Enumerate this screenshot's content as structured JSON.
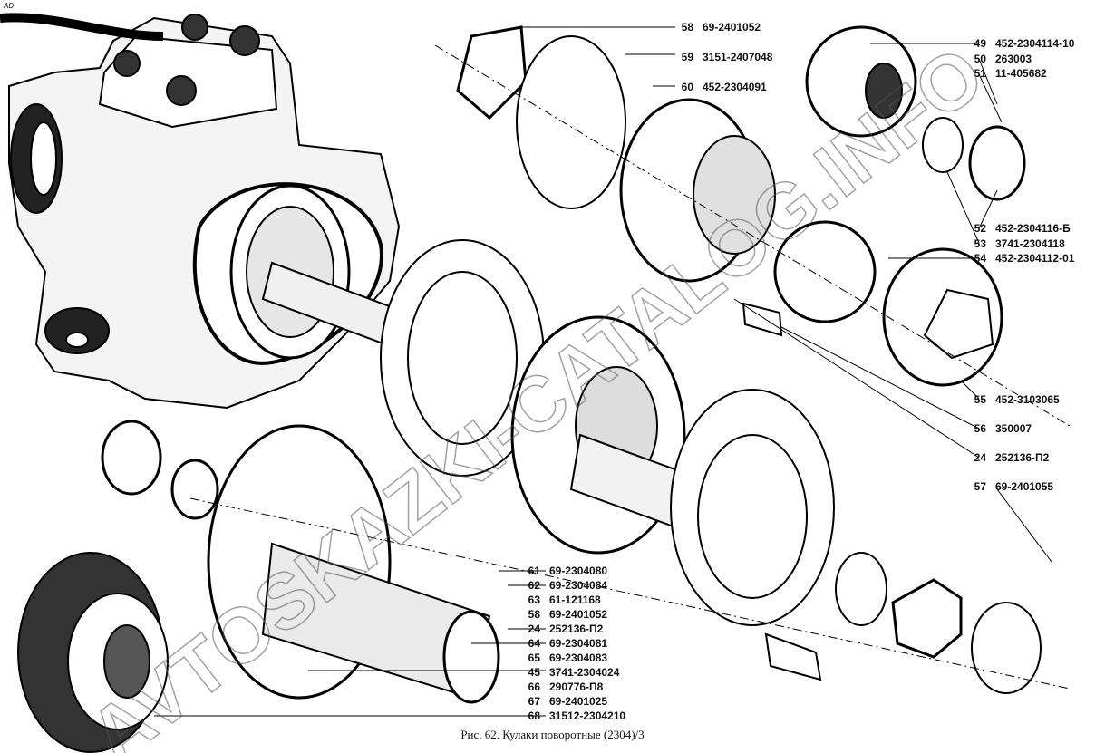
{
  "corner_mark": "AD",
  "caption": "Рис. 62. Кулаки поворотные (2304)/3",
  "watermark": "AVTOSKAZKI-CATALOG.INFO",
  "labels_right": [
    {
      "num": "58",
      "code": "69-2401052"
    },
    {
      "num": "59",
      "code": "3151-2407048"
    },
    {
      "num": "60",
      "code": "452-2304091"
    },
    {
      "num": "49",
      "code": "452-2304114-10"
    },
    {
      "num": "50",
      "code": "263003"
    },
    {
      "num": "51",
      "code": "11-405682"
    },
    {
      "num": "52",
      "code": "452-2304116-Б"
    },
    {
      "num": "53",
      "code": "3741-2304118"
    },
    {
      "num": "54",
      "code": "452-2304112-01"
    },
    {
      "num": "55",
      "code": "452-3103065"
    },
    {
      "num": "56",
      "code": "350007"
    },
    {
      "num": "24",
      "code": "252136-П2"
    },
    {
      "num": "57",
      "code": "69-2401055"
    }
  ],
  "labels_bottom": [
    {
      "num": "61",
      "code": "69-2304080"
    },
    {
      "num": "62",
      "code": "69-2304084"
    },
    {
      "num": "63",
      "code": "61-121168"
    },
    {
      "num": "58",
      "code": "69-2401052"
    },
    {
      "num": "24",
      "code": "252136-П2"
    },
    {
      "num": "64",
      "code": "69-2304081"
    },
    {
      "num": "65",
      "code": "69-2304083"
    },
    {
      "num": "45",
      "code": "3741-2304024"
    },
    {
      "num": "66",
      "code": "290776-П8"
    },
    {
      "num": "67",
      "code": "69-2401025"
    },
    {
      "num": "68",
      "code": "31512-2304210"
    }
  ]
}
